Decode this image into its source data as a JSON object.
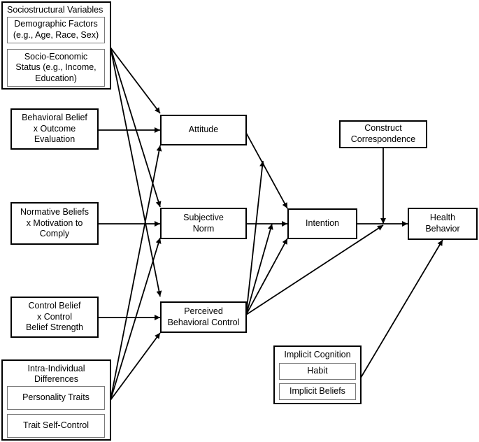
{
  "sociostructural": {
    "title": "Sociostructural Variables",
    "demographic": "Demographic Factors\n(e.g., Age, Race, Sex)",
    "ses": "Socio-Economic\nStatus (e.g., Income,\nEducation)"
  },
  "behavioral_belief": "Behavioral Belief\nx Outcome\nEvaluation",
  "normative_beliefs": "Normative Beliefs\nx Motivation to\nComply",
  "control_belief": "Control Belief\nx Control\nBelief Strength",
  "intra_individual": {
    "title": "Intra-Individual\nDifferences",
    "personality": "Personality Traits",
    "self_control": "Trait Self-Control"
  },
  "attitude": "Attitude",
  "subjective_norm": "Subjective\nNorm",
  "pbc": "Perceived\nBehavioral Control",
  "intention": "Intention",
  "construct_correspondence": "Construct\nCorrespondence",
  "health_behavior": "Health\nBehavior",
  "implicit": {
    "title": "Implicit Cognition",
    "habit": "Habit",
    "implicit_beliefs": "Implicit Beliefs"
  },
  "colors": {
    "line": "#000000",
    "inner_border": "#7a7a7a",
    "background": "#ffffff"
  }
}
